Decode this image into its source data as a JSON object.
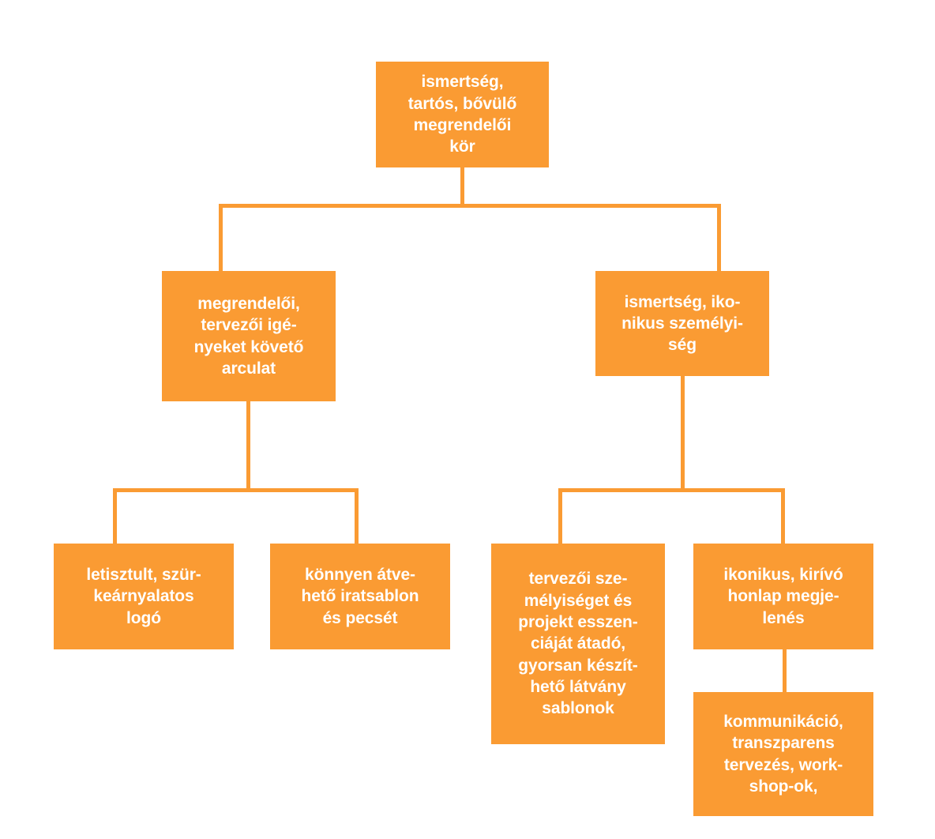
{
  "diagram": {
    "type": "tree-hierarchy",
    "title": "",
    "accent_color": "#fa9b33",
    "text_color": "#ffffff",
    "background_color": "#ffffff",
    "language": "hu",
    "levels": 4,
    "nodes": [
      {
        "id": "root",
        "level": 1,
        "label": "ismertség,\ntartós, bővülő\nmegrendelői\nkör",
        "font_size": 21
      },
      {
        "id": "l2-left",
        "level": 2,
        "label": "megrendelői,\ntervezői igé-\nnyeket követő\narculat",
        "font_size": 21
      },
      {
        "id": "l2-right",
        "level": 2,
        "label": "ismertség, iko-\nnikus személyi-\nség",
        "font_size": 21
      },
      {
        "id": "l3-a",
        "level": 3,
        "label": "letisztult, szür-\nkeárnyalatos\nlogó",
        "font_size": 21
      },
      {
        "id": "l3-b",
        "level": 3,
        "label": "könnyen átve-\nhető iratsablon\nés pecsét",
        "font_size": 21
      },
      {
        "id": "l3-c",
        "level": 3,
        "label": "tervezői sze-\nmélyiséget és\nprojekt esszen-\nciáját átadó,\ngyorsan készít-\nhető látvány\nsablonok",
        "font_size": 21
      },
      {
        "id": "l3-d",
        "level": 3,
        "label": "ikonikus, kirívó\nhonlap megje-\nlenés",
        "font_size": 21
      },
      {
        "id": "l4-a",
        "level": 4,
        "label": "kommunikáció,\ntranszparens\ntervezés, work-\nshop-ok,",
        "font_size": 21
      }
    ],
    "edges": [
      {
        "from": "root",
        "to": "l2-left"
      },
      {
        "from": "root",
        "to": "l2-right"
      },
      {
        "from": "l2-left",
        "to": "l3-a"
      },
      {
        "from": "l2-left",
        "to": "l3-b"
      },
      {
        "from": "l2-right",
        "to": "l3-c"
      },
      {
        "from": "l2-right",
        "to": "l3-d"
      },
      {
        "from": "l3-d",
        "to": "l4-a"
      }
    ]
  }
}
